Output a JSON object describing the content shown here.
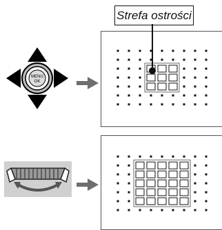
{
  "focus_area_label": "Strefa ostrości",
  "dpad": {
    "center_text_top": "MENU",
    "center_text_bottom": "OK"
  },
  "colors": {
    "arrow_gray": "#6e6e6e",
    "dial_gray": "#cfcfcf",
    "border": "#555555"
  },
  "icons": {
    "dpad": "dpad-selector-icon",
    "dial": "command-dial-icon",
    "arrow": "right-arrow-icon"
  }
}
